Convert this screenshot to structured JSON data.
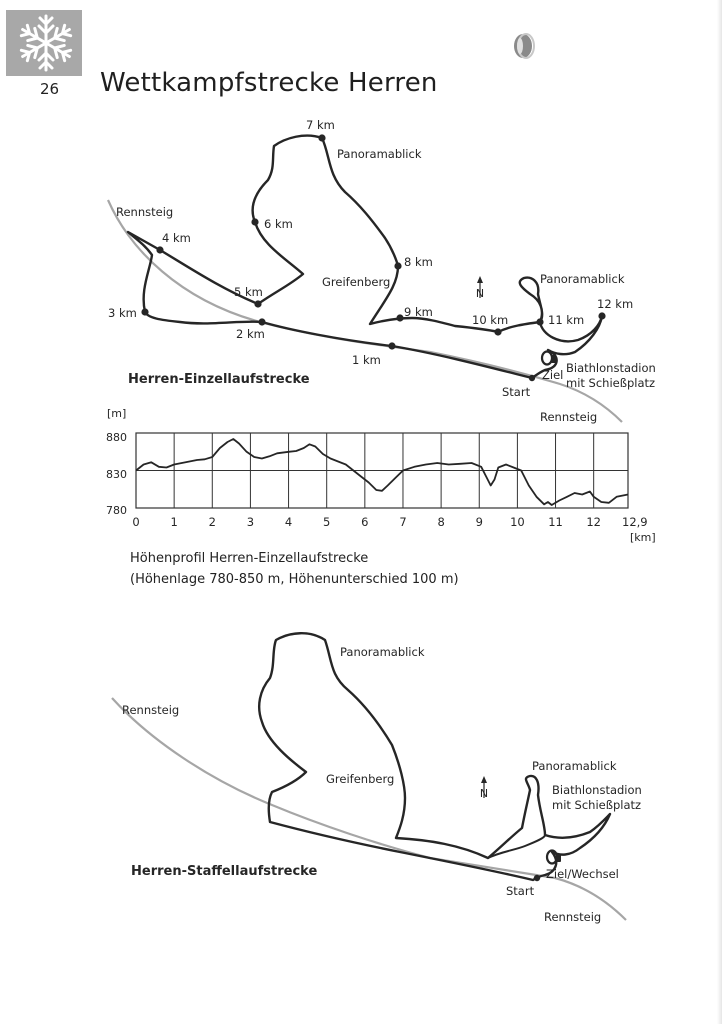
{
  "page": {
    "number": "26",
    "title": "Wettkampfstrecke Herren"
  },
  "colors": {
    "track": "#262626",
    "road": "#a6a6a6",
    "logo_bg": "#a8a8a8",
    "grid": "#333333"
  },
  "icons": {
    "logo": "snowflake-icon",
    "north": "north-arrow-icon",
    "shooting_range": "shooting-range-icon"
  },
  "individual_map": {
    "title": "Herren-Einzellaufstrecke",
    "labels": {
      "rennsteig_top": "Rennsteig",
      "rennsteig_bottom": "Rennsteig",
      "panoramablick_1": "Panoramablick",
      "panoramablick_2": "Panoramablick",
      "greifenberg": "Greifenberg",
      "stadium": "Biathlonstadion",
      "shooting_range": "mit Schießplatz",
      "finish": "Ziel",
      "start": "Start"
    },
    "km_markers": [
      "1 km",
      "2 km",
      "3 km",
      "4 km",
      "5 km",
      "6 km",
      "7 km",
      "8 km",
      "9 km",
      "10 km",
      "11 km",
      "12 km"
    ]
  },
  "elevation_profile": {
    "unit_y": "[m]",
    "unit_x": "[km]",
    "y_ticks": [
      "880",
      "830",
      "780"
    ],
    "x_ticks": [
      "0",
      "1",
      "2",
      "3",
      "4",
      "5",
      "6",
      "7",
      "8",
      "9",
      "10",
      "11",
      "12",
      "12,9"
    ],
    "caption_line1": "Höhenprofil Herren-Einzellaufstrecke",
    "caption_line2": "(Höhenlage 780-850 m, Höhenunterschied 100 m)",
    "points": [
      [
        0,
        830
      ],
      [
        0.2,
        838
      ],
      [
        0.4,
        841
      ],
      [
        0.6,
        835
      ],
      [
        0.8,
        834
      ],
      [
        1.0,
        838
      ],
      [
        1.3,
        841
      ],
      [
        1.6,
        844
      ],
      [
        1.8,
        845
      ],
      [
        2.0,
        848
      ],
      [
        2.2,
        860
      ],
      [
        2.4,
        868
      ],
      [
        2.55,
        872
      ],
      [
        2.7,
        866
      ],
      [
        2.9,
        855
      ],
      [
        3.1,
        848
      ],
      [
        3.3,
        846
      ],
      [
        3.5,
        849
      ],
      [
        3.7,
        853
      ],
      [
        4.0,
        855
      ],
      [
        4.2,
        856
      ],
      [
        4.4,
        860
      ],
      [
        4.55,
        865
      ],
      [
        4.7,
        862
      ],
      [
        4.9,
        852
      ],
      [
        5.1,
        846
      ],
      [
        5.3,
        842
      ],
      [
        5.5,
        838
      ],
      [
        5.7,
        830
      ],
      [
        5.9,
        822
      ],
      [
        6.1,
        814
      ],
      [
        6.3,
        804
      ],
      [
        6.45,
        803
      ],
      [
        6.6,
        810
      ],
      [
        6.8,
        820
      ],
      [
        7.0,
        830
      ],
      [
        7.3,
        835
      ],
      [
        7.6,
        838
      ],
      [
        7.9,
        840
      ],
      [
        8.2,
        838
      ],
      [
        8.5,
        839
      ],
      [
        8.8,
        840
      ],
      [
        9.05,
        835
      ],
      [
        9.2,
        820
      ],
      [
        9.3,
        810
      ],
      [
        9.4,
        818
      ],
      [
        9.5,
        834
      ],
      [
        9.7,
        838
      ],
      [
        9.9,
        834
      ],
      [
        10.1,
        830
      ],
      [
        10.3,
        810
      ],
      [
        10.5,
        795
      ],
      [
        10.7,
        785
      ],
      [
        10.8,
        788
      ],
      [
        10.9,
        784
      ],
      [
        11.1,
        790
      ],
      [
        11.3,
        795
      ],
      [
        11.5,
        800
      ],
      [
        11.7,
        798
      ],
      [
        11.9,
        802
      ],
      [
        12.0,
        795
      ],
      [
        12.2,
        788
      ],
      [
        12.4,
        787
      ],
      [
        12.6,
        795
      ],
      [
        12.9,
        798
      ]
    ],
    "y_range": [
      780,
      880
    ],
    "x_range": [
      0,
      12.9
    ]
  },
  "relay_map": {
    "title": "Herren-Staffellaufstrecke",
    "labels": {
      "rennsteig_top": "Rennsteig",
      "rennsteig_bottom": "Rennsteig",
      "panoramablick_1": "Panoramablick",
      "panoramablick_2": "Panoramablick",
      "greifenberg": "Greifenberg",
      "stadium": "Biathlonstadion",
      "shooting_range": "mit Schießplatz",
      "finish": "Ziel/Wechsel",
      "start": "Start"
    }
  }
}
